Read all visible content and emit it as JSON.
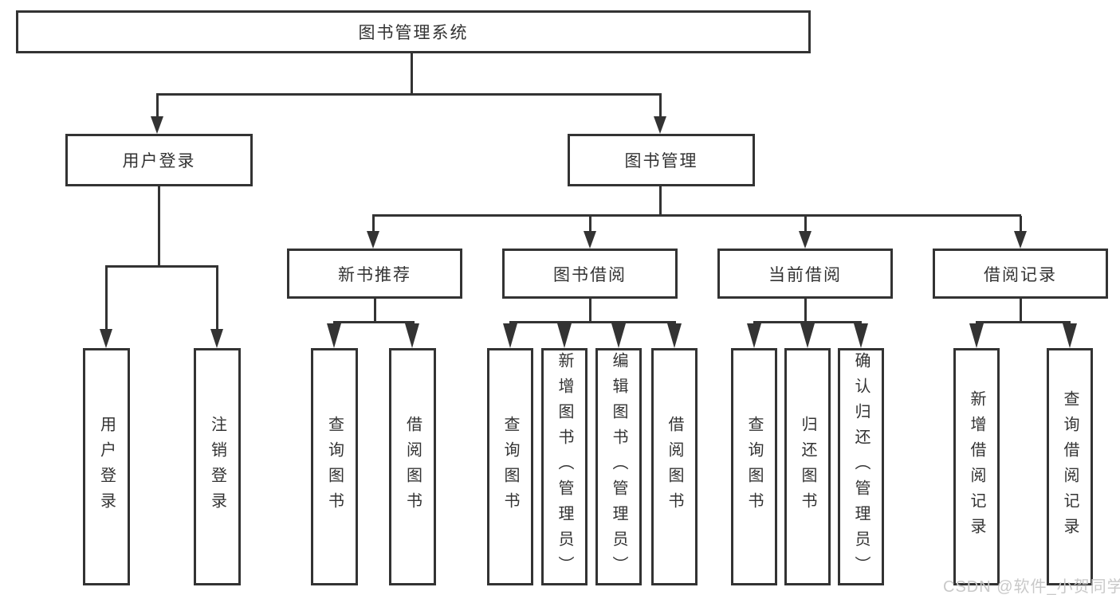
{
  "diagram": {
    "root": {
      "label": "图书管理系统"
    },
    "branches": [
      {
        "label": "用户登录",
        "children": [
          {
            "label": "用户登录"
          },
          {
            "label": "注销登录"
          }
        ]
      },
      {
        "label": "图书管理",
        "children": [
          {
            "label": "新书推荐",
            "children": [
              {
                "label": "查询图书"
              },
              {
                "label": "借阅图书"
              }
            ]
          },
          {
            "label": "图书借阅",
            "children": [
              {
                "label": "查询图书"
              },
              {
                "label": "新增图书（管理员）"
              },
              {
                "label": "编辑图书（管理员）"
              },
              {
                "label": "借阅图书"
              }
            ]
          },
          {
            "label": "当前借阅",
            "children": [
              {
                "label": "查询图书"
              },
              {
                "label": "归还图书"
              },
              {
                "label": "确认归还（管理员）"
              }
            ]
          },
          {
            "label": "借阅记录",
            "children": [
              {
                "label": "新增借阅记录"
              },
              {
                "label": "查询借阅记录"
              }
            ]
          }
        ]
      }
    ],
    "watermark": "CSDN @软件_小贺同学",
    "colors": {
      "line": "#333333",
      "box_border": "#333333",
      "box_fill": "#ffffff",
      "text": "#333333",
      "watermark": "#c9c9c9",
      "background": "#ffffff"
    }
  }
}
